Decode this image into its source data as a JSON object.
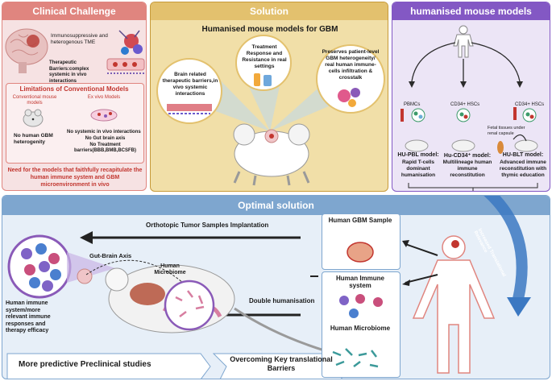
{
  "clinical": {
    "header": "Clinical Challenge",
    "tme_label": "Immunosuppressive and heterogenous TME",
    "barrier_label": "Therapeutic Barriers:complex systemic in vivo interactions",
    "limits_title": "Limitations of Conventional Models",
    "conventional_label": "Conventional mouse models",
    "exvivo_label": "Ex vivo Models",
    "conv_bullet": "No human GBM heterogenity",
    "exvivo_b1": "No systemic in vivo interactions",
    "exvivo_b2": "No Gut brain axis",
    "exvivo_b3": "No Treatment barriers(BBB,BMB,BCSFB)",
    "need_text": "Need for the models that faithfully recapitulate the human immune system and GBM microenvironment in vivo"
  },
  "solution": {
    "header": "Solution",
    "subtitle": "Humanised mouse models for GBM",
    "bubble1": "Brain related therapeutic barriers,in vivo systemic interactions",
    "bubble2": "Treatment Response and Resistance in real settings",
    "bubble3": "Preserves patient-level GBM heterogeneity/ real human immune-cells infiltration & crosstalk"
  },
  "humanised": {
    "header": "humanised mouse models",
    "pbmc": "PBMCs",
    "cd34_1": "CD34+ HSCs",
    "cd34_2": "CD34+ HSCs",
    "fetal": "Fetal tissues under renal capsule",
    "hupbl_title": "HU-PBL model:",
    "hupbl_desc": "Rapid T-cells dominant humanisation",
    "hucd_title": "Hu-CD34⁺ model:",
    "hucd_desc": "Multilineage human immune reconstitution",
    "hublt_title": "HU-BLT model:",
    "hublt_desc": "Advanced immune reconstitution with thymic education"
  },
  "optimal": {
    "header": "Optimal solution",
    "orthotopic": "Orthotopic Tumor Samples  Implantation",
    "gut_brain": "Gut-Brain Axis",
    "microbiome": "Human Microbiome",
    "immune_text": "Human immune system/more relevant immune responses and therapy efficacy",
    "double": "Double humanisation",
    "gbm_sample": "Human GBM Sample",
    "immune_system": "Human Immune system",
    "human_microbiome": "Human Microbiome",
    "predictive": "More predictive Preclinical studies",
    "overcoming": "Overcoming Key translational Barriers",
    "relevance": "Increased Translational Relevance"
  },
  "colors": {
    "clinical_header": "#e0857f",
    "clinical_bg": "#f6e2e3",
    "solution_header": "#c79a3a",
    "solution_bg": "#f1dfa8",
    "humanised_header": "#8358c4",
    "humanised_bg": "#ece5f6",
    "optimal_header": "#7ea6cf",
    "optimal_bg": "#e7eff8",
    "red_text": "#c2362f"
  }
}
